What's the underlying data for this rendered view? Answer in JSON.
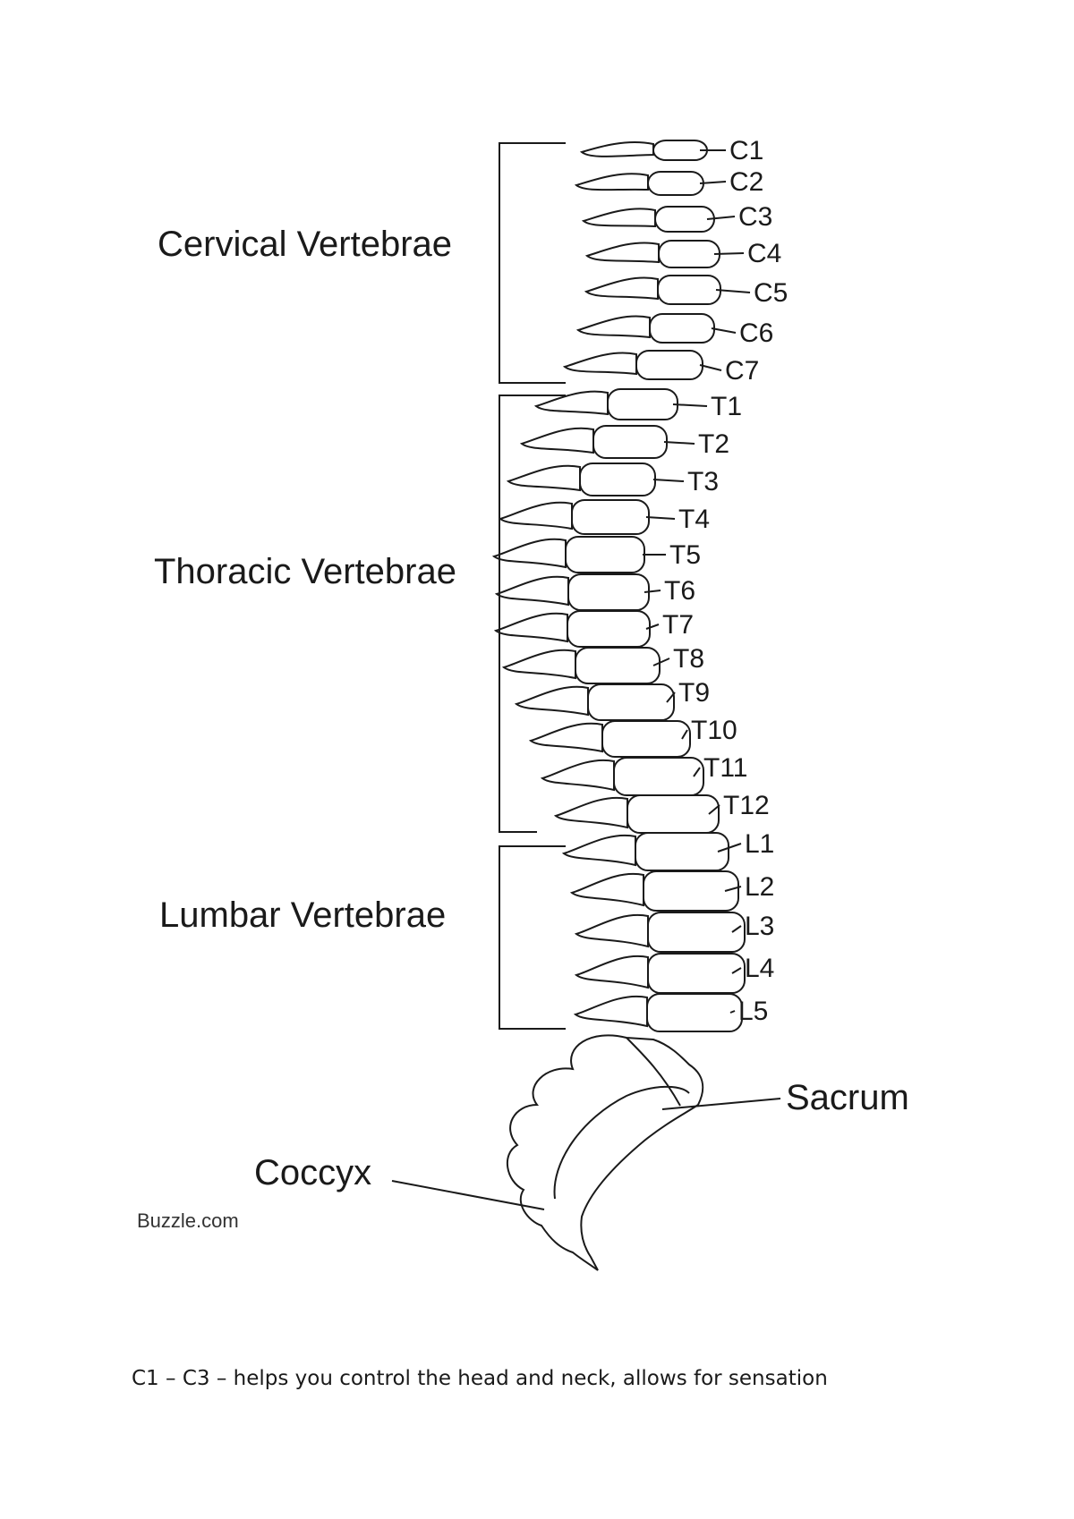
{
  "groups": [
    {
      "label": "Cervical Vertebrae"
    },
    {
      "label": "Thoracic Vertebrae"
    },
    {
      "label": "Lumbar Vertebrae"
    }
  ],
  "vertebrae": [
    "C1",
    "C2",
    "C3",
    "C4",
    "C5",
    "C6",
    "C7",
    "T1",
    "T2",
    "T3",
    "T4",
    "T5",
    "T6",
    "T7",
    "T8",
    "T9",
    "T10",
    "T11",
    "T12",
    "L1",
    "L2",
    "L3",
    "L4",
    "L5"
  ],
  "sacrum": "Sacrum",
  "coccyx": "Coccyx",
  "credit": "Buzzle.com",
  "caption": "C1 – C3 – helps you control the head and neck, allows for sensation"
}
